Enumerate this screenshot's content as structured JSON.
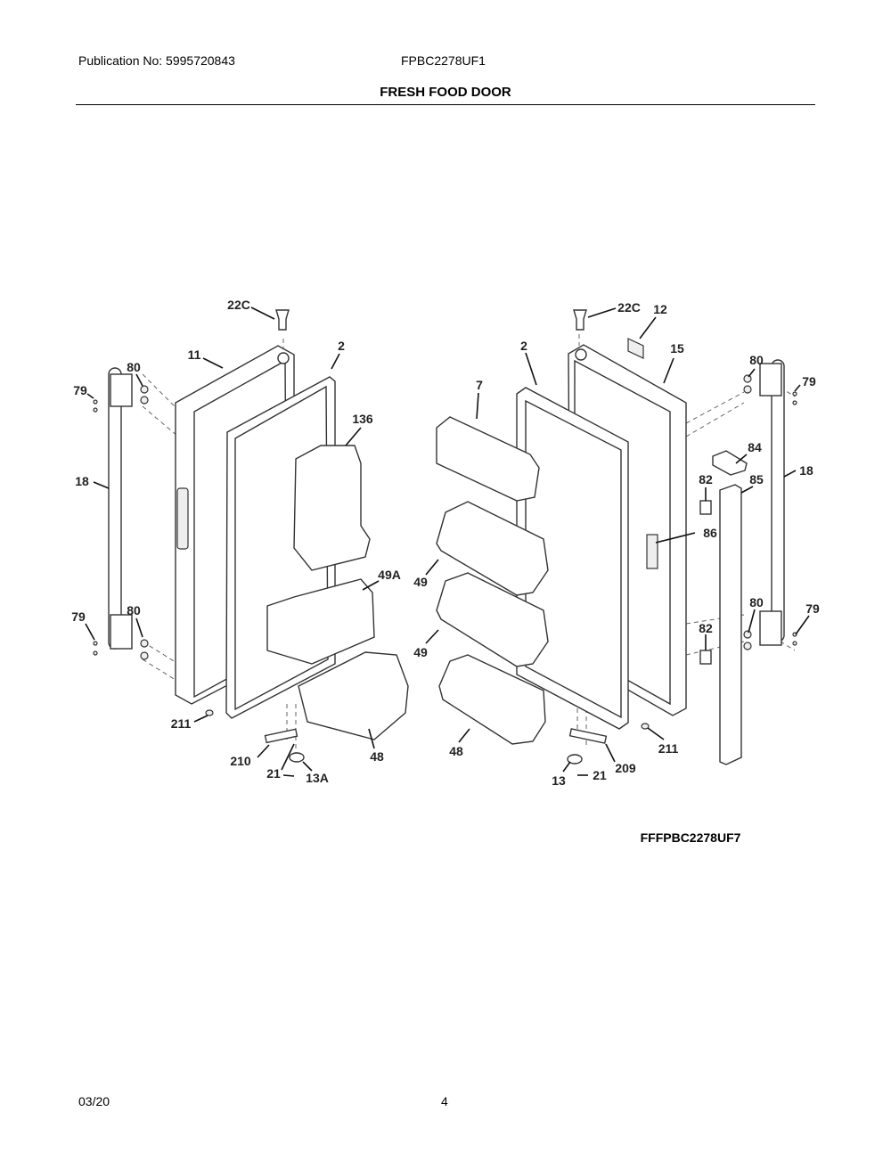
{
  "header": {
    "publication": "Publication No: 5995720843",
    "model": "FPBC2278UF1",
    "section_title": "FRESH FOOD DOOR"
  },
  "diagram": {
    "code": "FFFPBC2278UF7",
    "left_labels": [
      "22C",
      "11",
      "2",
      "80",
      "79",
      "136",
      "18",
      "49A",
      "80",
      "79",
      "211",
      "48",
      "210",
      "21",
      "13A"
    ],
    "right_labels": [
      "22C",
      "12",
      "2",
      "15",
      "7",
      "80",
      "79",
      "84",
      "82",
      "85",
      "18",
      "86",
      "49",
      "49",
      "80",
      "79",
      "82",
      "211",
      "48",
      "209",
      "13",
      "21"
    ]
  },
  "footer": {
    "date": "03/20",
    "page": "4"
  }
}
